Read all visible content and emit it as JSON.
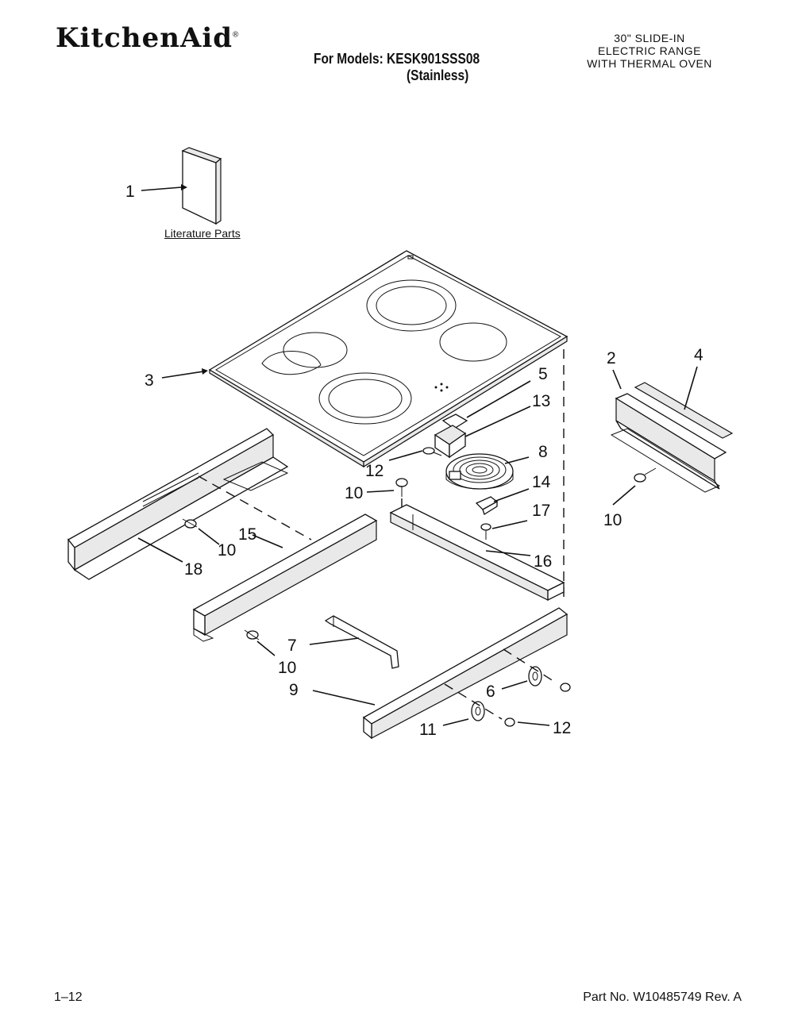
{
  "header": {
    "brand": "KitchenAid",
    "brand_mark": "®",
    "models_line1": "For Models: KESK901SSS08",
    "models_line2": "(Stainless)",
    "description": [
      "30\" SLIDE-IN",
      "ELECTRIC RANGE",
      "WITH THERMAL OVEN"
    ]
  },
  "literature_label": "Literature Parts",
  "callouts": [
    "1",
    "2",
    "3",
    "4",
    "5",
    "13",
    "12",
    "8",
    "10",
    "14",
    "17",
    "10",
    "15",
    "10",
    "18",
    "16",
    "7",
    "10",
    "9",
    "6",
    "11",
    "12"
  ],
  "footer": {
    "page": "1–12",
    "part_no": "Part No. W10485749 Rev. A"
  }
}
